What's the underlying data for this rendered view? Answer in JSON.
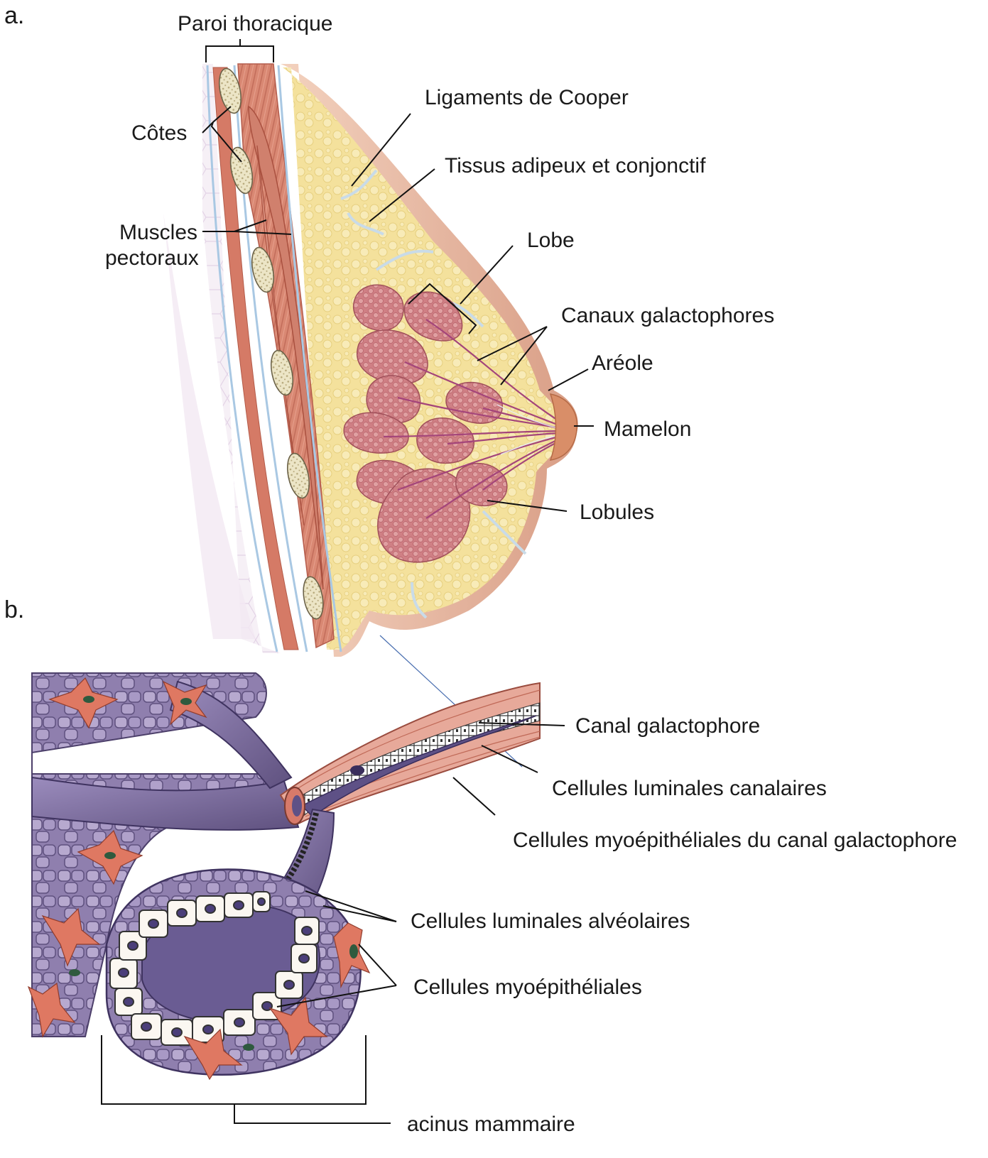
{
  "panels": {
    "a": {
      "letter": "a.",
      "labels": {
        "paroi": "Paroi thoracique",
        "cotes": "Côtes",
        "muscles_1": "Muscles",
        "muscles_2": "pectoraux",
        "cooper": "Ligaments de Cooper",
        "adipeux": "Tissus adipeux et conjonctif",
        "lobe": "Lobe",
        "canaux": "Canaux galactophores",
        "areole": "Aréole",
        "mamelon": "Mamelon",
        "lobules": "Lobules"
      }
    },
    "b": {
      "letter": "b.",
      "labels": {
        "canal": "Canal galactophore",
        "luminales_canalaires": "Cellules luminales canalaires",
        "myo_canal": "Cellules myoépithéliales du canal galactophore",
        "luminales_alveolaires": "Cellules luminales alvéolaires",
        "myo": "Cellules myoépithéliales",
        "acinus": "acinus mammaire"
      }
    }
  },
  "colors": {
    "fat": "#f3df9a",
    "muscle": "#d98873",
    "lobule": "#d4868b",
    "duct_purple": "#7c6d9e",
    "myo_orange": "#d9705a",
    "skin": "#e9b79b"
  }
}
